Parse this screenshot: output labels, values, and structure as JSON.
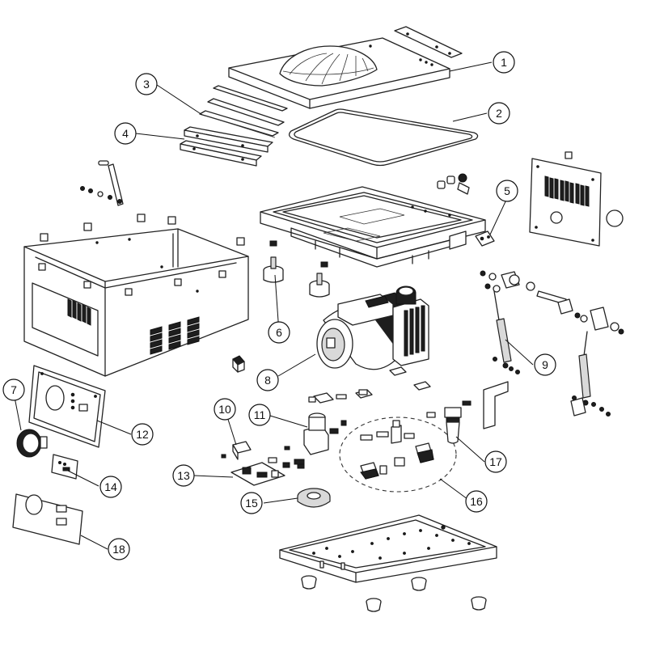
{
  "callouts": [
    {
      "id": "callout-1",
      "label": "1"
    },
    {
      "id": "callout-2",
      "label": "2"
    },
    {
      "id": "callout-3",
      "label": "3"
    },
    {
      "id": "callout-4",
      "label": "4"
    },
    {
      "id": "callout-5",
      "label": "5"
    },
    {
      "id": "callout-6",
      "label": "6"
    },
    {
      "id": "callout-7",
      "label": "7"
    },
    {
      "id": "callout-8",
      "label": "8"
    },
    {
      "id": "callout-9",
      "label": "9"
    },
    {
      "id": "callout-10",
      "label": "10"
    },
    {
      "id": "callout-11",
      "label": "11"
    },
    {
      "id": "callout-12",
      "label": "12"
    },
    {
      "id": "callout-13",
      "label": "13"
    },
    {
      "id": "callout-14",
      "label": "14"
    },
    {
      "id": "callout-15",
      "label": "15"
    },
    {
      "id": "callout-16",
      "label": "16"
    },
    {
      "id": "callout-17",
      "label": "17"
    },
    {
      "id": "callout-18",
      "label": "18"
    }
  ]
}
